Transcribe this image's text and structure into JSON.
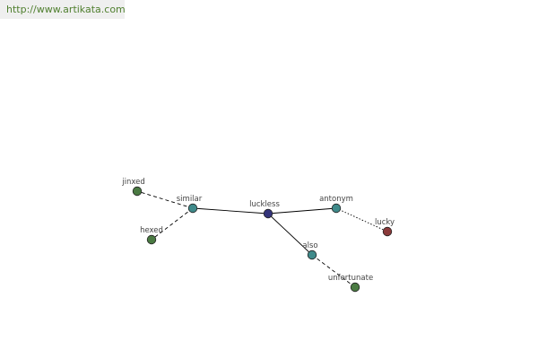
{
  "watermark": {
    "text": "http://www.artikata.com"
  },
  "colors": {
    "root": "#33337a",
    "relation": "#3f8a8a",
    "word": "#4a7a42",
    "antonym_word": "#8a3a3a",
    "edge": "#000000",
    "node_stroke": "#222222"
  },
  "nodes": [
    {
      "id": "luckless",
      "label": "luckless",
      "kind": "root"
    },
    {
      "id": "similar",
      "label": "similar",
      "kind": "relation"
    },
    {
      "id": "antonym",
      "label": "antonym",
      "kind": "relation"
    },
    {
      "id": "also",
      "label": "also",
      "kind": "relation"
    },
    {
      "id": "jinxed",
      "label": "jinxed",
      "kind": "word"
    },
    {
      "id": "hexed",
      "label": "hexed",
      "kind": "word"
    },
    {
      "id": "lucky",
      "label": "lucky",
      "kind": "antonym_word"
    },
    {
      "id": "unfortunate",
      "label": "unfortunate",
      "kind": "word"
    }
  ],
  "edges": [
    {
      "from": "luckless",
      "to": "similar",
      "style": "solid"
    },
    {
      "from": "luckless",
      "to": "antonym",
      "style": "solid"
    },
    {
      "from": "luckless",
      "to": "also",
      "style": "solid"
    },
    {
      "from": "similar",
      "to": "jinxed",
      "style": "dashed"
    },
    {
      "from": "similar",
      "to": "hexed",
      "style": "dashed"
    },
    {
      "from": "antonym",
      "to": "lucky",
      "style": "dotted"
    },
    {
      "from": "also",
      "to": "unfortunate",
      "style": "dashed"
    }
  ]
}
